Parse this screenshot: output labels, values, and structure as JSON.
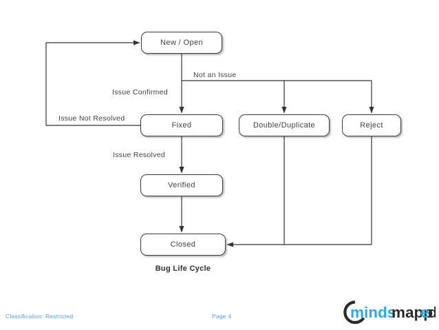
{
  "slide": {
    "title": "Bug Life Cycle",
    "background": "#ffffff"
  },
  "diagram": {
    "caption": "Bug Life Cycle",
    "type": "flowchart",
    "node_border_color": "#3a3a3a",
    "node_fill_color": "#ffffff",
    "edge_color": "#333333",
    "nodes": [
      {
        "id": "new-open",
        "label": "New / Open"
      },
      {
        "id": "fixed",
        "label": "Fixed"
      },
      {
        "id": "double",
        "label": "Double/Duplicate"
      },
      {
        "id": "reject",
        "label": "Reject"
      },
      {
        "id": "verified",
        "label": "Verified"
      },
      {
        "id": "closed",
        "label": "Closed"
      }
    ],
    "edges": [
      {
        "from": "new-open",
        "to": "fixed",
        "label": "Issue Confirmed"
      },
      {
        "from": "new-open",
        "to": "double",
        "label": "Not an Issue"
      },
      {
        "from": "new-open",
        "to": "reject",
        "label": "Not an Issue"
      },
      {
        "from": "fixed",
        "to": "new-open",
        "label": "Issue Not Resolved"
      },
      {
        "from": "fixed",
        "to": "verified",
        "label": "Issue Resolved"
      },
      {
        "from": "verified",
        "to": "closed",
        "label": ""
      },
      {
        "from": "double",
        "to": "closed",
        "label": ""
      },
      {
        "from": "reject",
        "to": "closed",
        "label": ""
      }
    ],
    "labels": {
      "not_an_issue": "Not an Issue",
      "issue_confirmed": "Issue Confirmed",
      "issue_not_resolved": "Issue Not Resolved",
      "issue_resolved": "Issue Resolved"
    }
  },
  "footer": {
    "classification": "Classification: Restricted",
    "page": "Page 4",
    "text_color": "#4aa3dd"
  },
  "logo": {
    "name": "mindsmapped-logo",
    "text_primary": "minds",
    "text_secondary": "mapped",
    "primary_color": "#29abe2",
    "secondary_color": "#2b2b2b"
  }
}
